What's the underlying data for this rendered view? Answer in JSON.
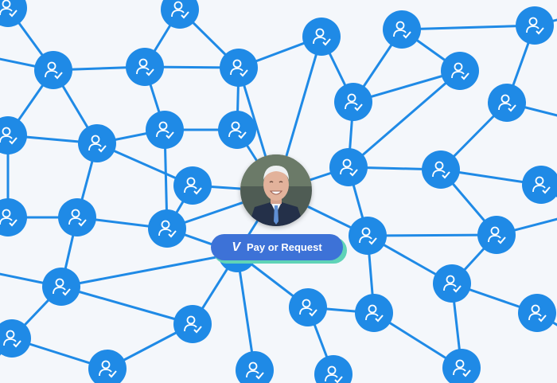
{
  "pay_button": {
    "logo_text": "V",
    "label": "Pay or Request"
  },
  "colors": {
    "background": "#f4f7fb",
    "node": "#1f8ae6",
    "edge": "#1f8ae6",
    "button": "#3d72d7",
    "button_shadow": "#5fd3b7"
  },
  "icons": {
    "node": "user-check-icon",
    "center": "profile-photo"
  }
}
